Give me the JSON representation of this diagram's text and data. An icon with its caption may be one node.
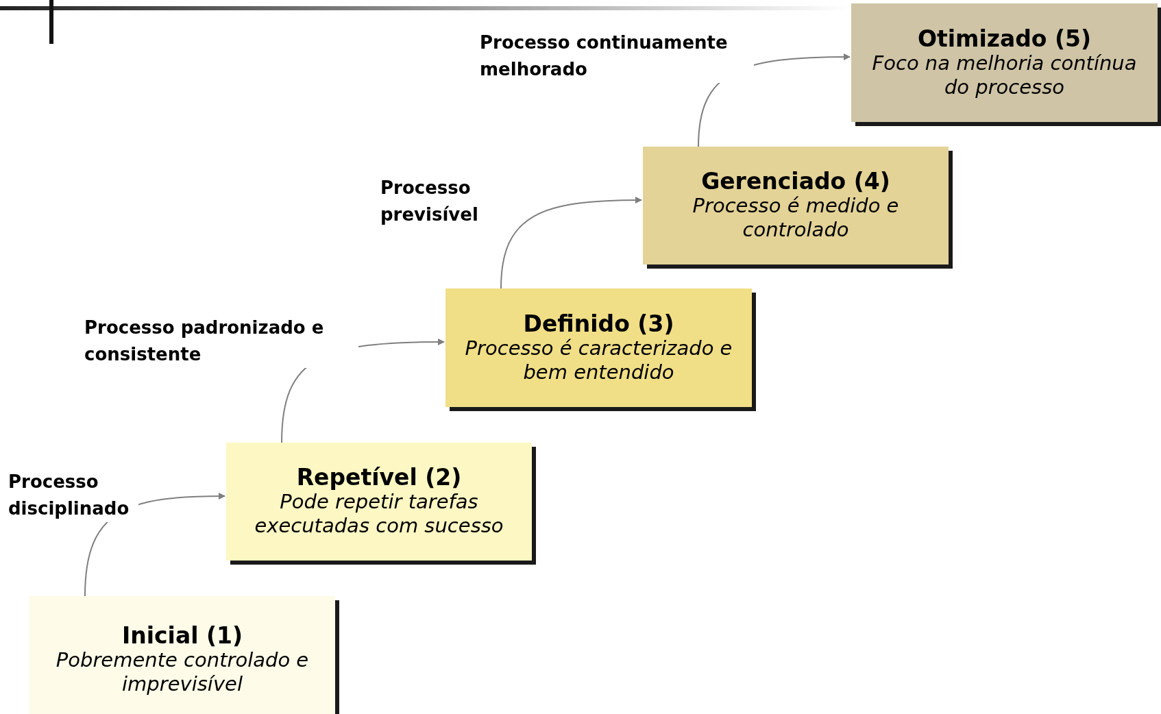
{
  "diagram": {
    "nodes": [
      {
        "text": [
          "Inicial (1)",
          "Pobremente controlado e imprevisível"
        ]
      },
      {
        "text": [
          "Repetível (2)",
          "Pode repetir tarefas executadas com sucesso"
        ]
      },
      {
        "text": [
          "Definido (3)",
          "Processo é caracterizado e bem entendido"
        ]
      },
      {
        "text": [
          "Gerenciado (4)",
          "Processo é medido e controlado"
        ]
      },
      {
        "text": [
          "Otimizado (5)",
          "Foco na melhoria contínua do processo"
        ]
      }
    ],
    "edges": [
      {
        "from": 0,
        "to": 1,
        "arrow": "to",
        "label": "Processo disciplinado"
      },
      {
        "from": 1,
        "to": 2,
        "arrow": "to",
        "label": "Processo padronizado e consistente"
      },
      {
        "from": 2,
        "to": 3,
        "arrow": "to",
        "label": "Processo previsível"
      },
      {
        "from": 3,
        "to": 4,
        "arrow": "to",
        "label": "Processo continuamente melhorado"
      }
    ]
  }
}
